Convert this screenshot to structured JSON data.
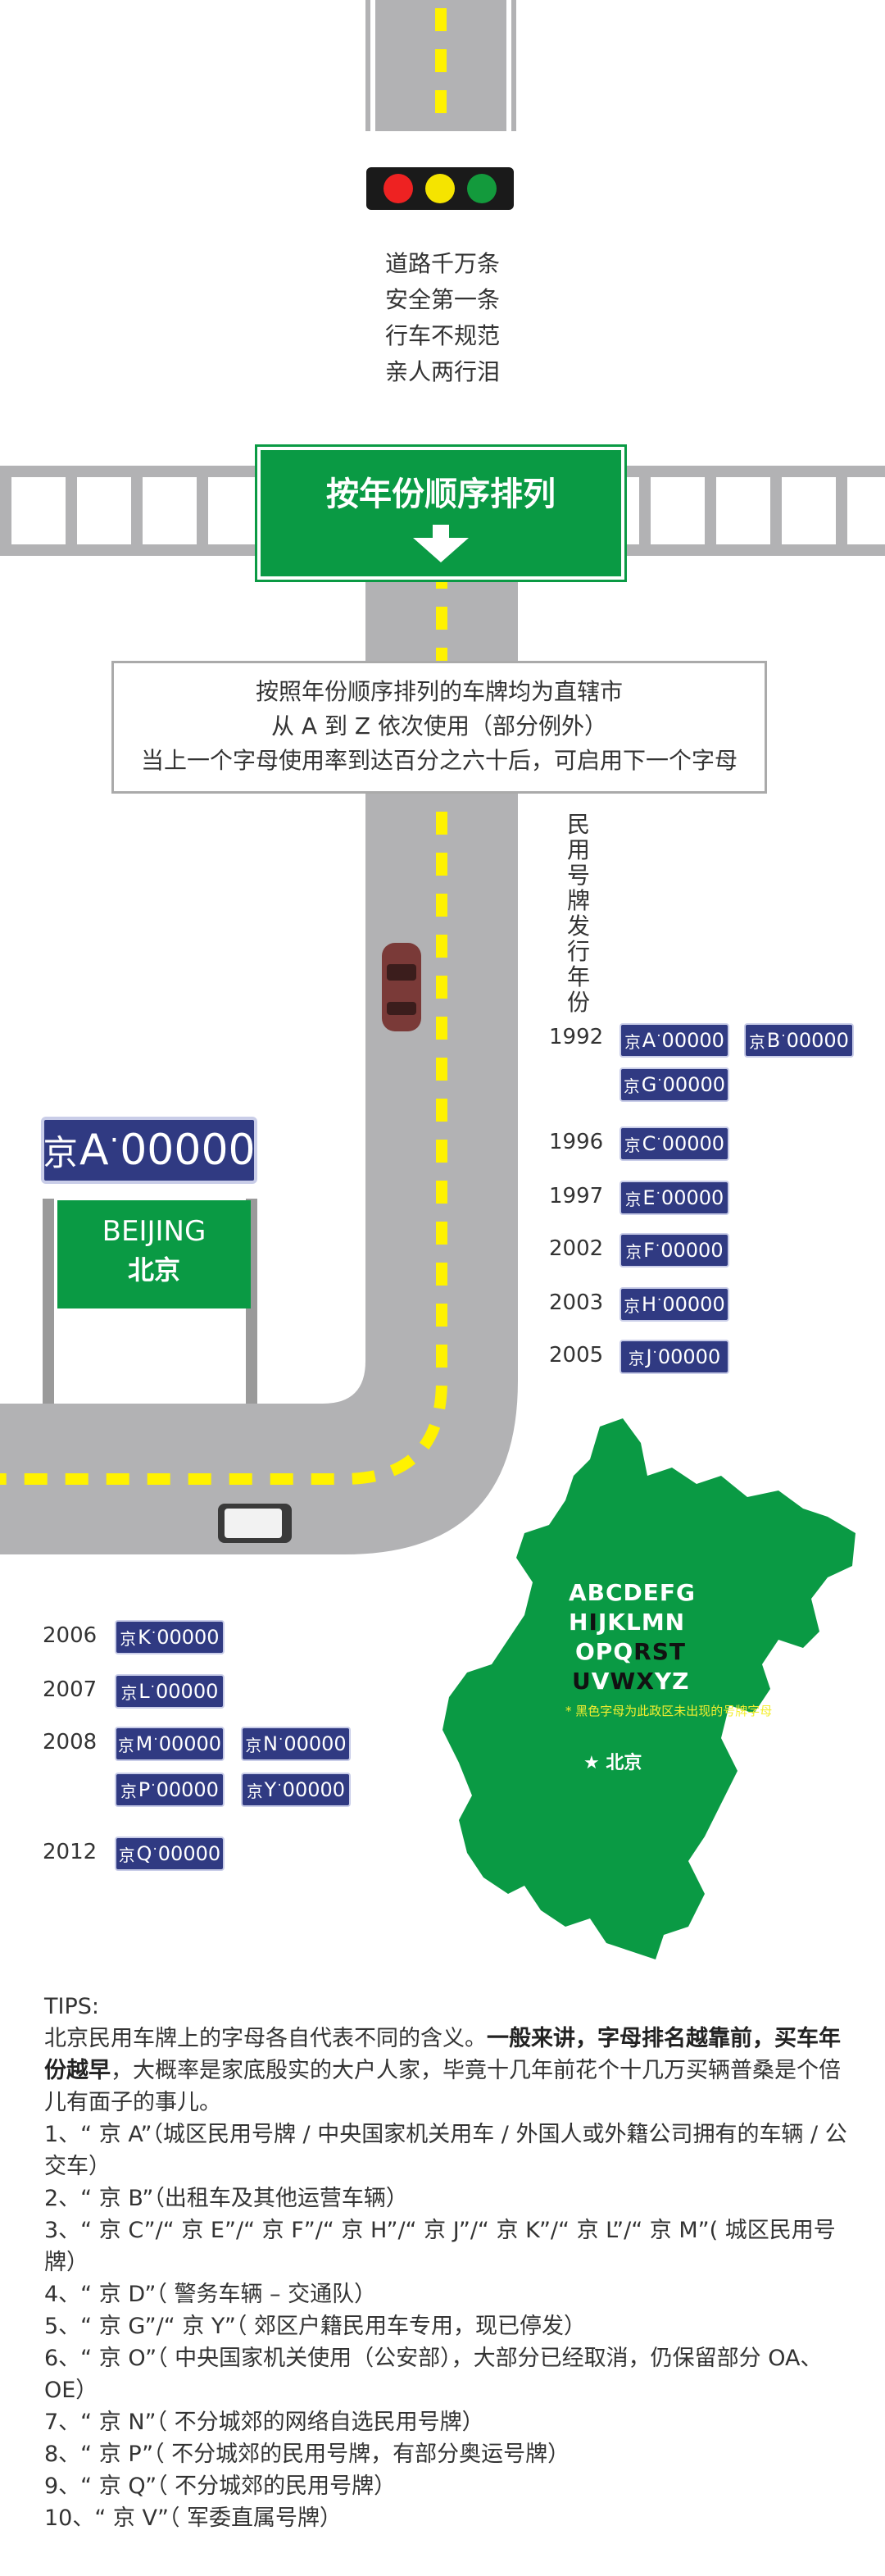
{
  "poem": [
    "道路千万条",
    "安全第一条",
    "行车不规范",
    "亲人两行泪"
  ],
  "sign_title": "按年份顺序排列",
  "info": [
    "按照年份顺序排列的车牌均为直辖市",
    "从 A 到 Z 依次使用（部分例外）",
    "当上一个字母使用率到达百分之六十后，可启用下一个字母"
  ],
  "vertical_title": "民用号牌发行年份",
  "plate_prefix": "京",
  "plate_digits": "00000",
  "big_plate_letter": "A",
  "beijing_sign": {
    "en": "BEIJING",
    "cn": "北京"
  },
  "timeline_right": [
    {
      "year": "1992",
      "letters": [
        "A",
        "B",
        "G"
      ]
    },
    {
      "year": "1996",
      "letters": [
        "C"
      ]
    },
    {
      "year": "1997",
      "letters": [
        "E"
      ]
    },
    {
      "year": "2002",
      "letters": [
        "F"
      ]
    },
    {
      "year": "2003",
      "letters": [
        "H"
      ]
    },
    {
      "year": "2005",
      "letters": [
        "J"
      ]
    }
  ],
  "timeline_left": [
    {
      "year": "2006",
      "letters": [
        "K"
      ]
    },
    {
      "year": "2007",
      "letters": [
        "L"
      ]
    },
    {
      "year": "2008",
      "letters": [
        "M",
        "N",
        "P",
        "Y"
      ]
    },
    {
      "year": "2012",
      "letters": [
        "Q"
      ]
    }
  ],
  "map": {
    "rows": [
      [
        {
          "t": "ABCDEFG",
          "k": 0
        }
      ],
      [
        {
          "t": "H",
          "k": 0
        },
        {
          "t": "I",
          "k": 1
        },
        {
          "t": "JKLMN",
          "k": 0
        }
      ],
      [
        {
          "t": "OPQ",
          "k": 0
        },
        {
          "t": "RST",
          "k": 1
        }
      ],
      [
        {
          "t": "U",
          "k": 1
        },
        {
          "t": "V",
          "k": 0
        },
        {
          "t": "W",
          "k": 1
        },
        {
          "t": "X",
          "k": 1
        },
        {
          "t": "YZ",
          "k": 0
        }
      ]
    ],
    "note": "* 黑色字母为此政区未出现的号牌字母",
    "capital": "★ 北京",
    "colors": {
      "green": "#0a9a44",
      "white": "#ffffff",
      "black": "#111111"
    }
  },
  "tips": {
    "heading": "TIPS:",
    "intro_a": "北京民用车牌上的字母各自代表不同的含义。",
    "intro_bold": "一般来讲，字母排名越靠前，买车年份越早",
    "intro_b": "，大概率是家底殷实的大户人家，毕竟十几年前花个十几万买辆普桑是个倍儿有面子的事儿。",
    "items": [
      "1、“ 京 A”（城区民用号牌 / 中央国家机关用车 / 外国人或外籍公司拥有的车辆 / 公交车）",
      "2、“ 京 B”（出租车及其他运营车辆）",
      "3、“ 京 C”/“ 京 E”/“ 京 F”/“ 京 H”/“ 京 J”/“ 京 K”/“ 京 L”/“ 京 M”( 城区民用号牌）",
      "4、“ 京 D”（ 警务车辆 – 交通队）",
      "5、“ 京 G”/“ 京 Y”（ 郊区户籍民用车专用，现已停发）",
      "6、“ 京 O”（ 中央国家机关使用（公安部），大部分已经取消，仍保留部分 OA、OE）",
      "7、“ 京 N”（ 不分城郊的网络自选民用号牌）",
      "8、“ 京 P”（ 不分城郊的民用号牌，有部分奥运号牌）",
      "9、“ 京 Q”（ 不分城郊的民用号牌）",
      "10、“ 京 V”（ 军委直属号牌）"
    ]
  },
  "colors": {
    "road": "#b2b2b4",
    "lane": "#fff200",
    "sign_green": "#0a9a44",
    "plate_blue": "#303a82"
  }
}
